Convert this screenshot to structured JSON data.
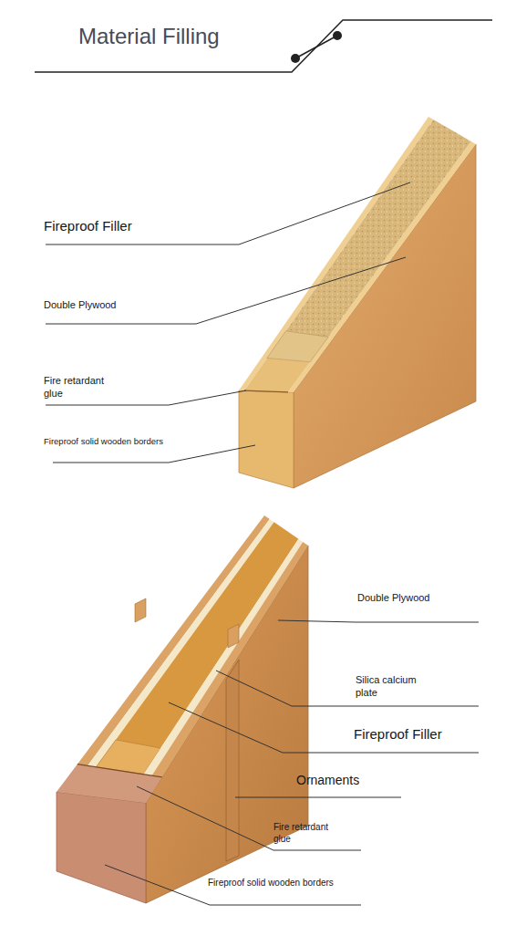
{
  "diagram": {
    "title": "Material Filling",
    "labels": [
      "Fireproof Filler",
      "Double Plywood",
      "Fire retardant glue",
      "Fireproof solid wooden borders",
      "Double Plywood",
      "Silica calcium plate",
      "Fireproof Filler",
      "Ornaments",
      "Fire retardant glue",
      "Fireproof solid wooden borders"
    ]
  }
}
